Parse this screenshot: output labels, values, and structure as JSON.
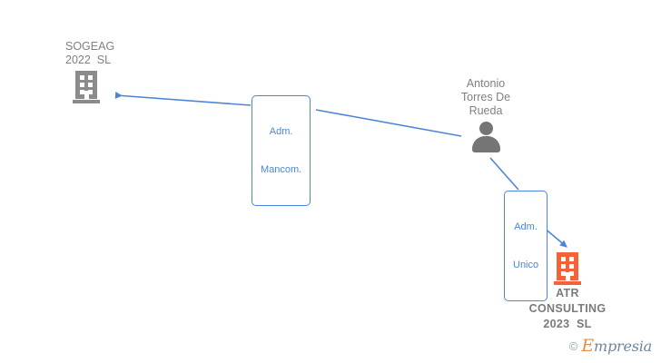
{
  "diagram": {
    "type": "entity-relationship-graph",
    "background": "#ffffff",
    "edge_color": "#4a86d8",
    "nodes": [
      {
        "id": "sogeag",
        "kind": "company",
        "icon": "building-icon",
        "icon_color": "#8b8b8b",
        "label_line1": "SOGEAG",
        "label_line2": "2022  SL",
        "bold": false
      },
      {
        "id": "person",
        "kind": "person",
        "icon": "person-icon",
        "icon_color": "#757575",
        "label_line1": "Antonio",
        "label_line2": "Torres De",
        "label_line3": "Rueda",
        "bold": false
      },
      {
        "id": "atr",
        "kind": "company",
        "icon": "building-icon",
        "icon_color": "#f4623a",
        "label_line1": "ATR",
        "label_line2": "CONSULTING",
        "label_line3": "2023  SL",
        "bold": true
      }
    ],
    "edges": [
      {
        "id": "edge-mancom",
        "from": "person",
        "to": "sogeag",
        "label_line1": "Adm.",
        "label_line2": "Mancom.",
        "arrow": "to-target"
      },
      {
        "id": "edge-unico",
        "from": "person",
        "to": "atr",
        "label_line1": "Adm.",
        "label_line2": "Unico",
        "arrow": "to-target"
      }
    ]
  },
  "watermark": {
    "copyright": "©",
    "brand_initial": "E",
    "brand_rest": "mpresia"
  }
}
